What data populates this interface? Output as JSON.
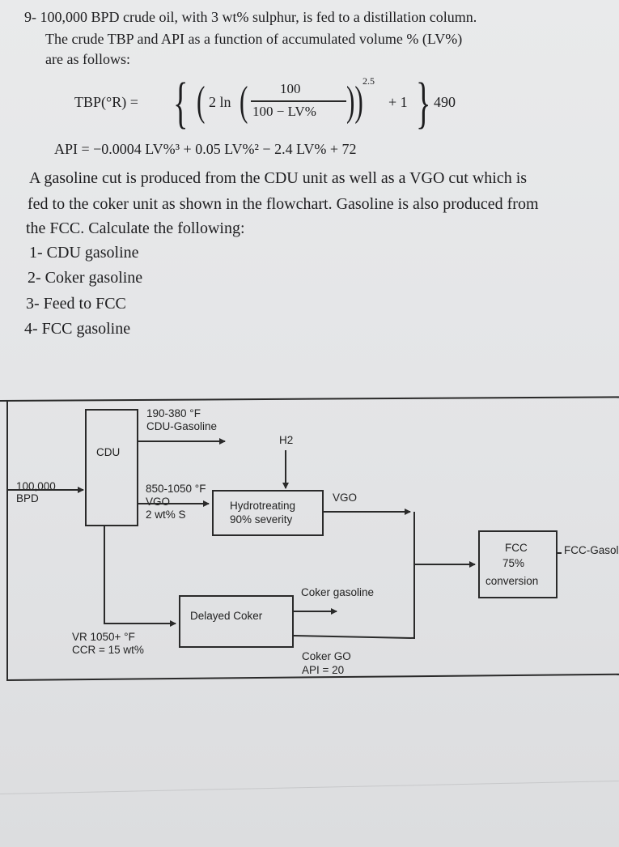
{
  "question": {
    "line1": "9- 100,000 BPD crude oil, with 3 wt% sulphur, is fed to a distillation column.",
    "line2": "The crude TBP and API as a function of accumulated volume % (LV%)",
    "line3": "are as follows:"
  },
  "equations": {
    "tbp_lhs": "TBP(°R) =",
    "tbp_coef": "2 ln",
    "tbp_num": "100",
    "tbp_den": "100 − LV%",
    "tbp_exp": "2.5",
    "tbp_plus": "+ 1",
    "tbp_mult": "490",
    "api": "API = −0.0004 LV%³ + 0.05 LV%² − 2.4 LV% + 72"
  },
  "paragraph": {
    "line1": "A gasoline cut is produced from the CDU unit as well as a VGO cut which is",
    "line2": "fed to the coker unit as shown in the flowchart. Gasoline is also produced from",
    "line3": "the FCC. Calculate the following:"
  },
  "tasks": [
    "1- CDU gasoline",
    "2- Coker gasoline",
    "3- Feed to FCC",
    "4- FCC gasoline"
  ],
  "flowchart": {
    "feed_line1": "100,000",
    "feed_line2": "BPD",
    "cdu": "CDU",
    "gasoline_line1": "190-380 °F",
    "gasoline_line2": "CDU-Gasoline",
    "h2": "H2",
    "vgo_line1": "850-1050 °F",
    "vgo_line2": "VGO",
    "vgo_line3": "2 wt% S",
    "hydro_line1": "Hydrotreating",
    "hydro_line2": "90% severity",
    "vgo_out": "VGO",
    "coker": "Delayed Coker",
    "coker_gasoline": "Coker gasoline",
    "vr_line1": "VR 1050+ °F",
    "vr_line2": "CCR = 15 wt%",
    "coker_go_line1": "Coker GO",
    "coker_go_line2": "API = 20",
    "fcc_line1": "FCC",
    "fcc_line2": "75%",
    "fcc_line3": "conversion",
    "fcc_out": "FCC-Gasol"
  }
}
